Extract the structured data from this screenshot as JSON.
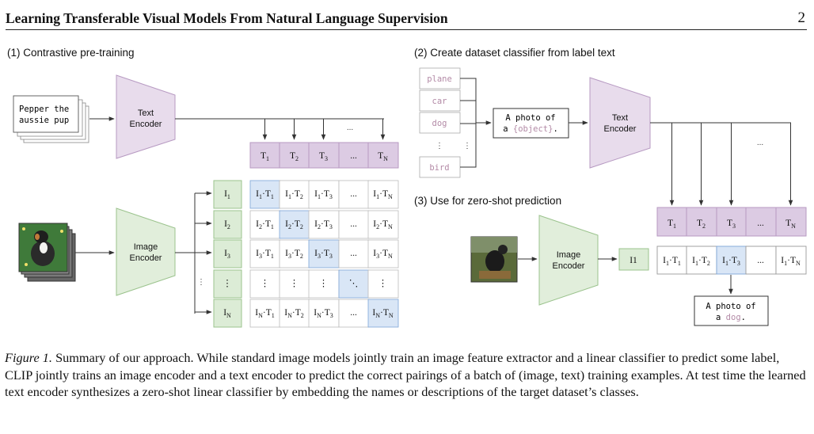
{
  "header": {
    "title": "Learning Transferable Visual Models From Natural Language Supervision",
    "page_number": "2"
  },
  "panel1": {
    "heading": "(1) Contrastive pre-training",
    "text_input_line1": "Pepper the",
    "text_input_line2": "aussie pup",
    "text_encoder": [
      "Text",
      "Encoder"
    ],
    "image_encoder": [
      "Image",
      "Encoder"
    ],
    "text_tokens": [
      "T1",
      "T2",
      "T3",
      "...",
      "TN"
    ],
    "image_tokens": [
      "I1",
      "I2",
      "I3",
      "⋮",
      "IN"
    ],
    "top_ellipsis": "...",
    "matrix": [
      [
        "I1·T1",
        "I1·T2",
        "I1·T3",
        "...",
        "I1·TN"
      ],
      [
        "I2·T1",
        "I2·T2",
        "I2·T3",
        "...",
        "I2·TN"
      ],
      [
        "I3·T1",
        "I3·T2",
        "I3·T3",
        "...",
        "I3·TN"
      ],
      [
        "⋮",
        "⋮",
        "⋮",
        "⋱",
        "⋮"
      ],
      [
        "IN·T1",
        "IN·T2",
        "IN·T3",
        "...",
        "IN·TN"
      ]
    ],
    "diagonal_highlight": [
      [
        0,
        0
      ],
      [
        1,
        1
      ],
      [
        2,
        2
      ],
      [
        3,
        3
      ],
      [
        4,
        4
      ]
    ],
    "left_vdots": "⋮"
  },
  "panel2": {
    "heading": "(2) Create dataset classifier from label text",
    "labels": [
      "plane",
      "car",
      "dog",
      "⋮",
      "bird"
    ],
    "side_vdots": "⋮",
    "template_line1": "A photo of",
    "template_prefix": "a ",
    "template_object": "{object}",
    "template_suffix": ".",
    "text_encoder": [
      "Text",
      "Encoder"
    ],
    "top_ellipsis": "..."
  },
  "panel3": {
    "heading": "(3) Use for zero-shot prediction",
    "image_encoder": [
      "Image",
      "Encoder"
    ],
    "image_token": "I1",
    "text_tokens": [
      "T1",
      "T2",
      "T3",
      "...",
      "TN"
    ],
    "products": [
      "I1·T1",
      "I1·T2",
      "I1·T3",
      "...",
      "I1·TN"
    ],
    "highlight_index": 2,
    "output_line1": "A photo of",
    "output_prefix": "a ",
    "output_word": "dog",
    "output_suffix": "."
  },
  "caption": {
    "label": "Figure 1.",
    "text": " Summary of our approach. While standard image models jointly train an image feature extractor and a linear classifier to predict some label, CLIP jointly trains an image encoder and a text encoder to predict the correct pairings of a batch of (image, text) training examples. At test time the learned text encoder synthesizes a zero-shot linear classifier by embedding the names or descriptions of the target dataset’s classes."
  },
  "colors": {
    "text_encoder_fill": "#e8dcec",
    "text_encoder_stroke": "#b79ac2",
    "text_token_fill": "#dccbe3",
    "image_encoder_fill": "#e1eedb",
    "image_encoder_stroke": "#9bc38d",
    "image_token_fill": "#dcecd6",
    "highlight_fill": "#d9e6f6",
    "highlight_stroke": "#7ea6d8",
    "label_text": "#b38aa6"
  }
}
